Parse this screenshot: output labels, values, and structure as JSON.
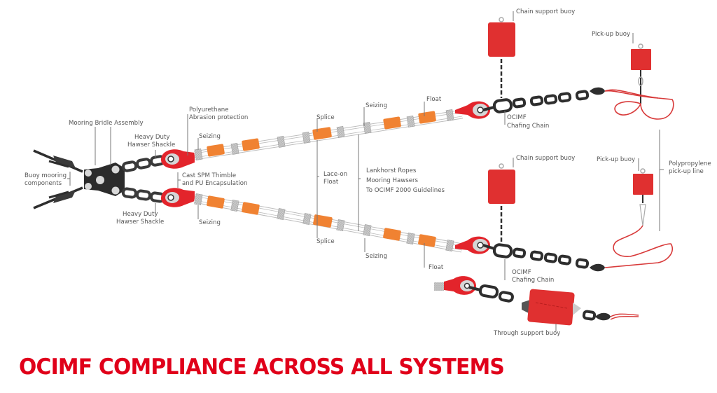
{
  "title": "OCIMF COMPLIANCE ACROSS ALL SYSTEMS",
  "colors": {
    "brand_red": "#e0001a",
    "buoy_red": "#e03030",
    "float_orange": "#f08232",
    "chain_dark": "#2e2e2e",
    "label_gray": "#555555"
  },
  "labels": {
    "mooring_bridle": "Mooring Bridle Assembly",
    "buoy_mooring": [
      "Buoy mooring",
      "components"
    ],
    "shackle_top": [
      "Heavy Duty",
      "Hawser Shackle"
    ],
    "shackle_bottom": [
      "Heavy Duty",
      "Hawser Shackle"
    ],
    "polyurethane": [
      "Polyurethane",
      "Abrasion protection"
    ],
    "seizing_top_left": "Seizing",
    "seizing_bottom_left": "Seizing",
    "cast_spm": [
      "Cast SPM Thimble",
      "and PU Encapsulation"
    ],
    "splice_top": "Splice",
    "splice_bottom": "Splice",
    "lace_on_float": [
      "Lace-on",
      "Float"
    ],
    "seizing_top_mid": "Seizing",
    "seizing_bottom_mid": "Seizing",
    "lankhorst": [
      "Lankhorst Ropes",
      "Mooring Hawsers",
      "To OCIMF 2000 Guidelines"
    ],
    "float_top": "Float",
    "float_bottom": "Float",
    "chain_support_buoy_top": "Chain support buoy",
    "chain_support_buoy_bottom": "Chain support buoy",
    "chafing_chain_top": [
      "OCIMF",
      "Chafing Chain"
    ],
    "chafing_chain_bottom": [
      "OCIMF",
      "Chafing Chain"
    ],
    "pickup_buoy_top": "Pick-up buoy",
    "pickup_buoy_bottom": "Pick-up buoy",
    "polypropylene": [
      "Polypropylene",
      "pick-up line"
    ],
    "through_support_buoy": "Through support buoy"
  }
}
